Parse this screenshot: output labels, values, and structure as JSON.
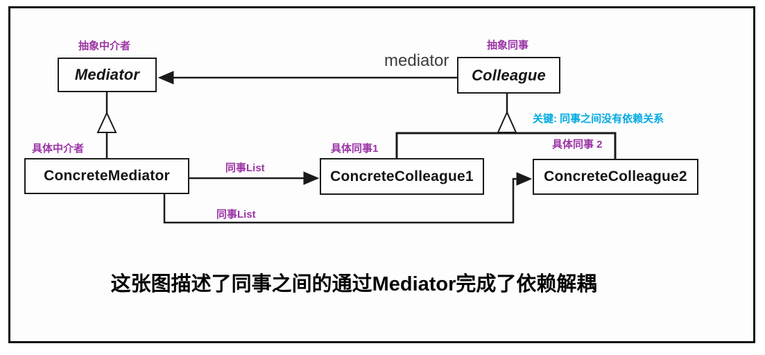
{
  "diagram": {
    "annotations": {
      "abstract_mediator": "抽象中介者",
      "abstract_colleague": "抽象同事",
      "concrete_mediator": "具体中介者",
      "concrete_colleague1": "具体同事1",
      "concrete_colleague2": "具体同事 2",
      "key_note": "关键: 同事之间没有依赖关系"
    },
    "classes": {
      "mediator": "Mediator",
      "colleague": "Colleague",
      "concrete_mediator": "ConcreteMediator",
      "concrete_colleague1": "ConcreteColleague1",
      "concrete_colleague2": "ConcreteColleague2"
    },
    "edge_labels": {
      "mediator_ref": "mediator",
      "colleague_list_top": "同事List",
      "colleague_list_bottom": "同事List"
    },
    "caption": "这张图描述了同事之间的通过Mediator完成了依赖解耦",
    "colors": {
      "annotation_purple": "#9b34a5",
      "key_note_cyan": "#00a9e0",
      "line_color": "#1a1a1a"
    }
  }
}
